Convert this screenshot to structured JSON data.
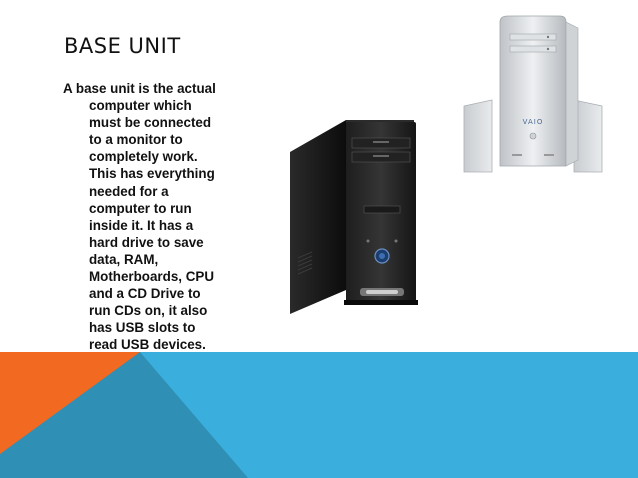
{
  "slide": {
    "title": "BASE UNIT",
    "body_lines": [
      "A base unit is the actual",
      "computer which",
      "must be connected",
      "to a monitor to",
      "completely work.",
      "This has everything",
      "needed for a",
      "computer to run",
      "inside it. It has a",
      "hard drive to save",
      "data, RAM,",
      "Motherboards, CPU",
      "and a CD Drive to",
      "run CDs on, it also",
      "has USB slots to",
      "read USB devices."
    ]
  },
  "images": {
    "black_tower": {
      "description_icon": "desktop-tower-icon"
    },
    "silver_tower": {
      "brand_text": "VAIO",
      "description_icon": "desktop-tower-with-speakers-icon"
    }
  },
  "colors": {
    "orange": "#f26a21",
    "teal": "#2f8fb4",
    "sky_blue": "#3aaedc",
    "mid_blue": "#2c84b5"
  }
}
